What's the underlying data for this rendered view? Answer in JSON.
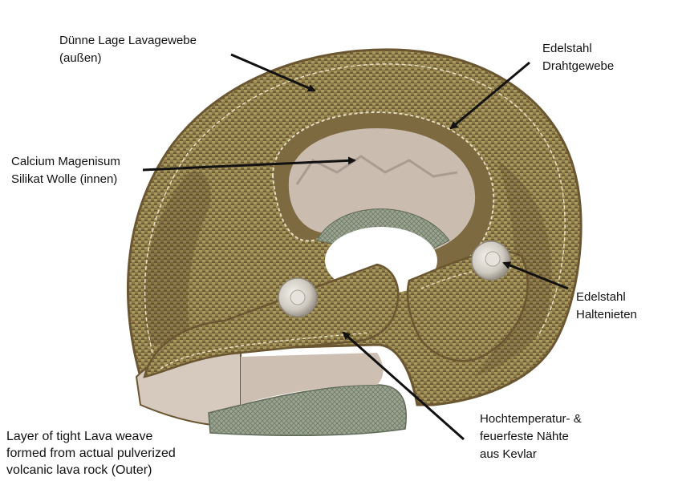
{
  "labels": {
    "lava_weave_thin": {
      "line1": "Dünne Lage Lavagewebe",
      "line2": "(außen)"
    },
    "steel_mesh": {
      "line1": "Edelstahl",
      "line2": "Drahtgewebe"
    },
    "calcium_wool": {
      "line1": "Calcium Magenisum",
      "line2": "Silikat Wolle (innen)"
    },
    "steel_rivets": {
      "line1": "Edelstahl",
      "line2": "Haltenieten"
    },
    "kevlar_seams": {
      "line1": "Hochtemperatur- &",
      "line2": "feuerfeste Nähte",
      "line3": "aus Kevlar"
    },
    "lava_outer": {
      "line1": "Layer of tight Lava weave",
      "line2": "formed from actual pulverized",
      "line3": "volcanic lava rock (Outer)"
    }
  },
  "colors": {
    "weave_light": "#9c8a52",
    "weave_dark": "#5e4a2c",
    "wool": "#cbbcb0",
    "mesh": "#8d9a86",
    "rivet": "#d8d4cc",
    "arrow": "#111111"
  }
}
